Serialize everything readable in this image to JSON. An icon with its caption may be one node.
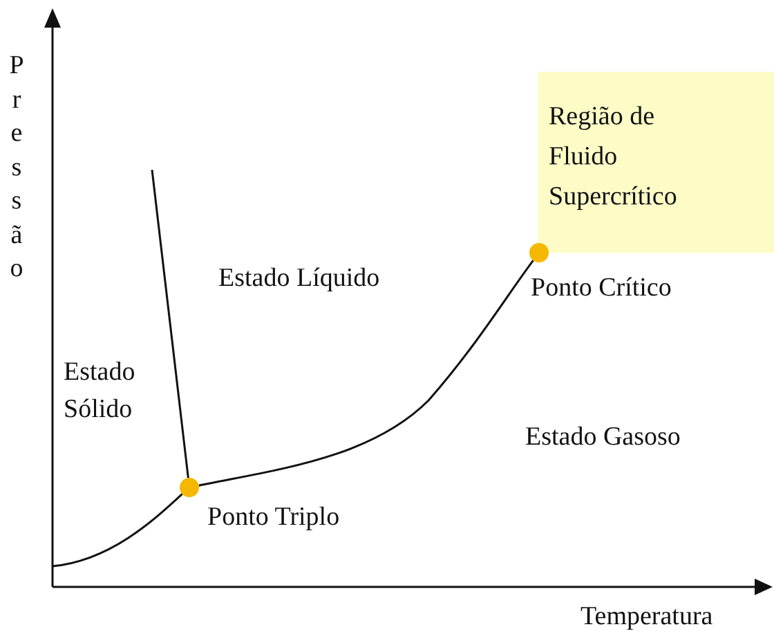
{
  "diagram": {
    "nodes": [
      {
        "text": [
          "Região de Fluido Supercrítico"
        ]
      },
      {
        "text": [],
        "shape": "circle",
        "beside": [
          "Ponto Triplo"
        ]
      },
      {
        "text": [],
        "shape": "circle",
        "beside": [
          "Ponto Crítico"
        ]
      }
    ],
    "edges": [
      {
        "from": null,
        "to": 1,
        "arrow": "none"
      },
      {
        "from": null,
        "to": 1,
        "arrow": "none"
      },
      {
        "from": 1,
        "to": 2,
        "arrow": "none"
      }
    ],
    "labels": [
      "Pressão",
      "Estado Líquido",
      "Estado Sólido",
      "Estado Gasoso",
      "Temperatura"
    ]
  }
}
